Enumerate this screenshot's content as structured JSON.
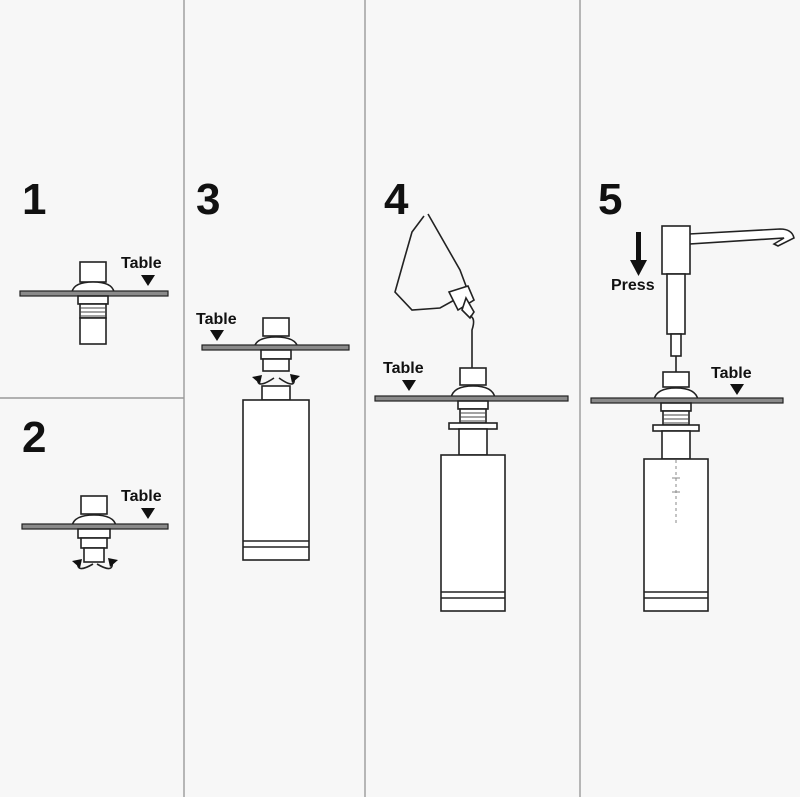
{
  "steps": [
    {
      "number": "1",
      "label": "Table"
    },
    {
      "number": "2",
      "label": "Table"
    },
    {
      "number": "3",
      "label": "Table"
    },
    {
      "number": "4",
      "label": "Table"
    },
    {
      "number": "5",
      "label": "Table",
      "action": "Press"
    }
  ],
  "colors": {
    "background": "#f7f7f7",
    "line": "#222222",
    "table_board": "#8a8a8a",
    "divider": "#9a9a9a"
  },
  "icons": [
    "rotate-arrows-icon",
    "down-arrow-icon",
    "pointer-triangle-icon",
    "soap-bottle-icon",
    "pump-head-icon"
  ]
}
